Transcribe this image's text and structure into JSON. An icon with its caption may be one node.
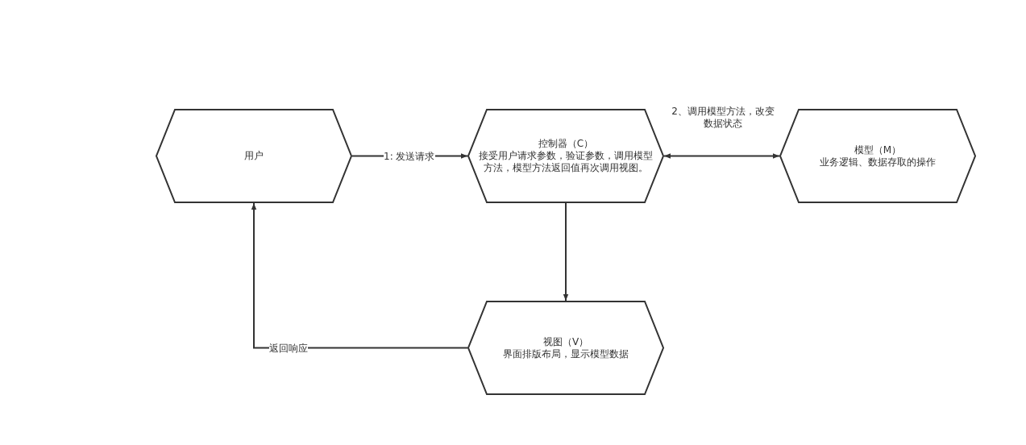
{
  "diagram": {
    "nodes": [
      {
        "text": [
          "用户"
        ]
      },
      {
        "text": [
          "控制器（C）",
          "接受用户请求参数，验证参数，调用模型方法，模型方法返回值再次调用视图。"
        ]
      },
      {
        "text": [
          "模型（M）",
          "业务逻辑、数据存取的操作"
        ]
      },
      {
        "text": [
          "视图（V）",
          "界面排版布局，显示模型数据"
        ]
      }
    ],
    "edges": [
      {
        "from": 0,
        "to": 1,
        "arrow": "to",
        "label": "1: 发送请求"
      },
      {
        "from": 1,
        "to": 2,
        "arrow": "both",
        "label": "2、调用模型方法，改变数据状态"
      },
      {
        "from": 1,
        "to": 3,
        "arrow": "to"
      },
      {
        "from": 3,
        "to": 0,
        "arrow": "to",
        "label": "返回响应"
      }
    ]
  }
}
